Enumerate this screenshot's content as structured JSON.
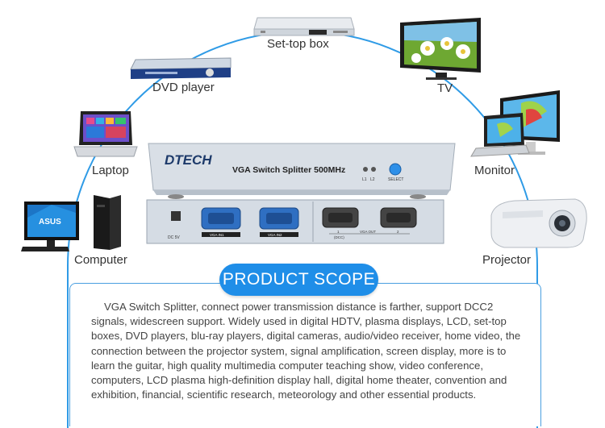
{
  "devices": {
    "settop": "Set-top box",
    "tv": "TV",
    "dvd": "DVD player",
    "laptop": "Laptop",
    "monitor": "Monitor",
    "computer": "Computer",
    "projector": "Projector"
  },
  "product": {
    "brand": "DTECH",
    "model_label": "VGA Switch Splitter  500MHz",
    "led1": "L1",
    "led2": "L2",
    "select_label": "SELECT",
    "dc_label": "DC 5V",
    "vga_in1": "VGA IN1",
    "vga_in2": "VGA IN2",
    "vga_out": "VGA OUT",
    "out1": "1",
    "out1_sub": "(DCC)",
    "out2": "2"
  },
  "scope": {
    "title": "PRODUCT SCOPE",
    "text": "VGA Switch Splitter, connect power transmission distance is farther, support DCC2 signals, widescreen support. Widely used in digital HDTV, plasma displays, LCD, set-top boxes, DVD players, blu-ray players, digital cameras, audio/video receiver, home video, the connection between the projector system, signal amplification, screen display, more is to learn the guitar, high quality multimedia computer teaching show, video conference, computers, LCD plasma high-definition display hall, digital home theater, convention and exhibition, financial, scientific research, meteorology and other essential products."
  },
  "colors": {
    "arc": "#2f9be6",
    "title_bg": "#1f8ee8",
    "device_body": "#c9d2dc",
    "select_button": "#2d8fe8"
  }
}
